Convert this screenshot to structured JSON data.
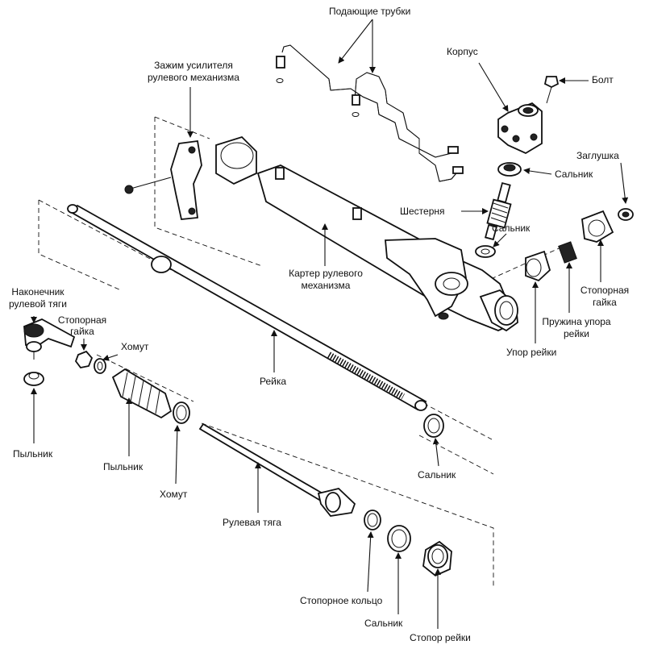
{
  "labels": {
    "feed_tubes": "Подающие трубки",
    "clamp_line1": "Зажим усилителя",
    "clamp_line2": "рулевого механизма",
    "body": "Корпус",
    "bolt": "Болт",
    "plug": "Заглушка",
    "seal_upper": "Сальник",
    "pinion": "Шестерня",
    "seal_mid": "Сальник",
    "housing_line1": "Картер рулевого",
    "housing_line2": "механизма",
    "lock_nut_right_line1": "Стопорная",
    "lock_nut_right_line2": "гайка",
    "rack_spring_line1": "Пружина упора",
    "rack_spring_line2": "рейки",
    "rack_stop": "Упор рейки",
    "tie_rod_end_line1": "Наконечник",
    "tie_rod_end_line2": "рулевой тяги",
    "lock_nut_left_line1": "Стопорная",
    "lock_nut_left_line2": "гайка",
    "clamp_upper": "Хомут",
    "rack": "Рейка",
    "dust_cover_left": "Пыльник",
    "boot": "Пыльник",
    "clamp_lower": "Хомут",
    "seal_rack_end": "Сальник",
    "tie_rod": "Рулевая тяга",
    "retaining_ring": "Стопорное кольцо",
    "seal_bottom": "Сальник",
    "rack_stopper": "Стопор рейки"
  }
}
